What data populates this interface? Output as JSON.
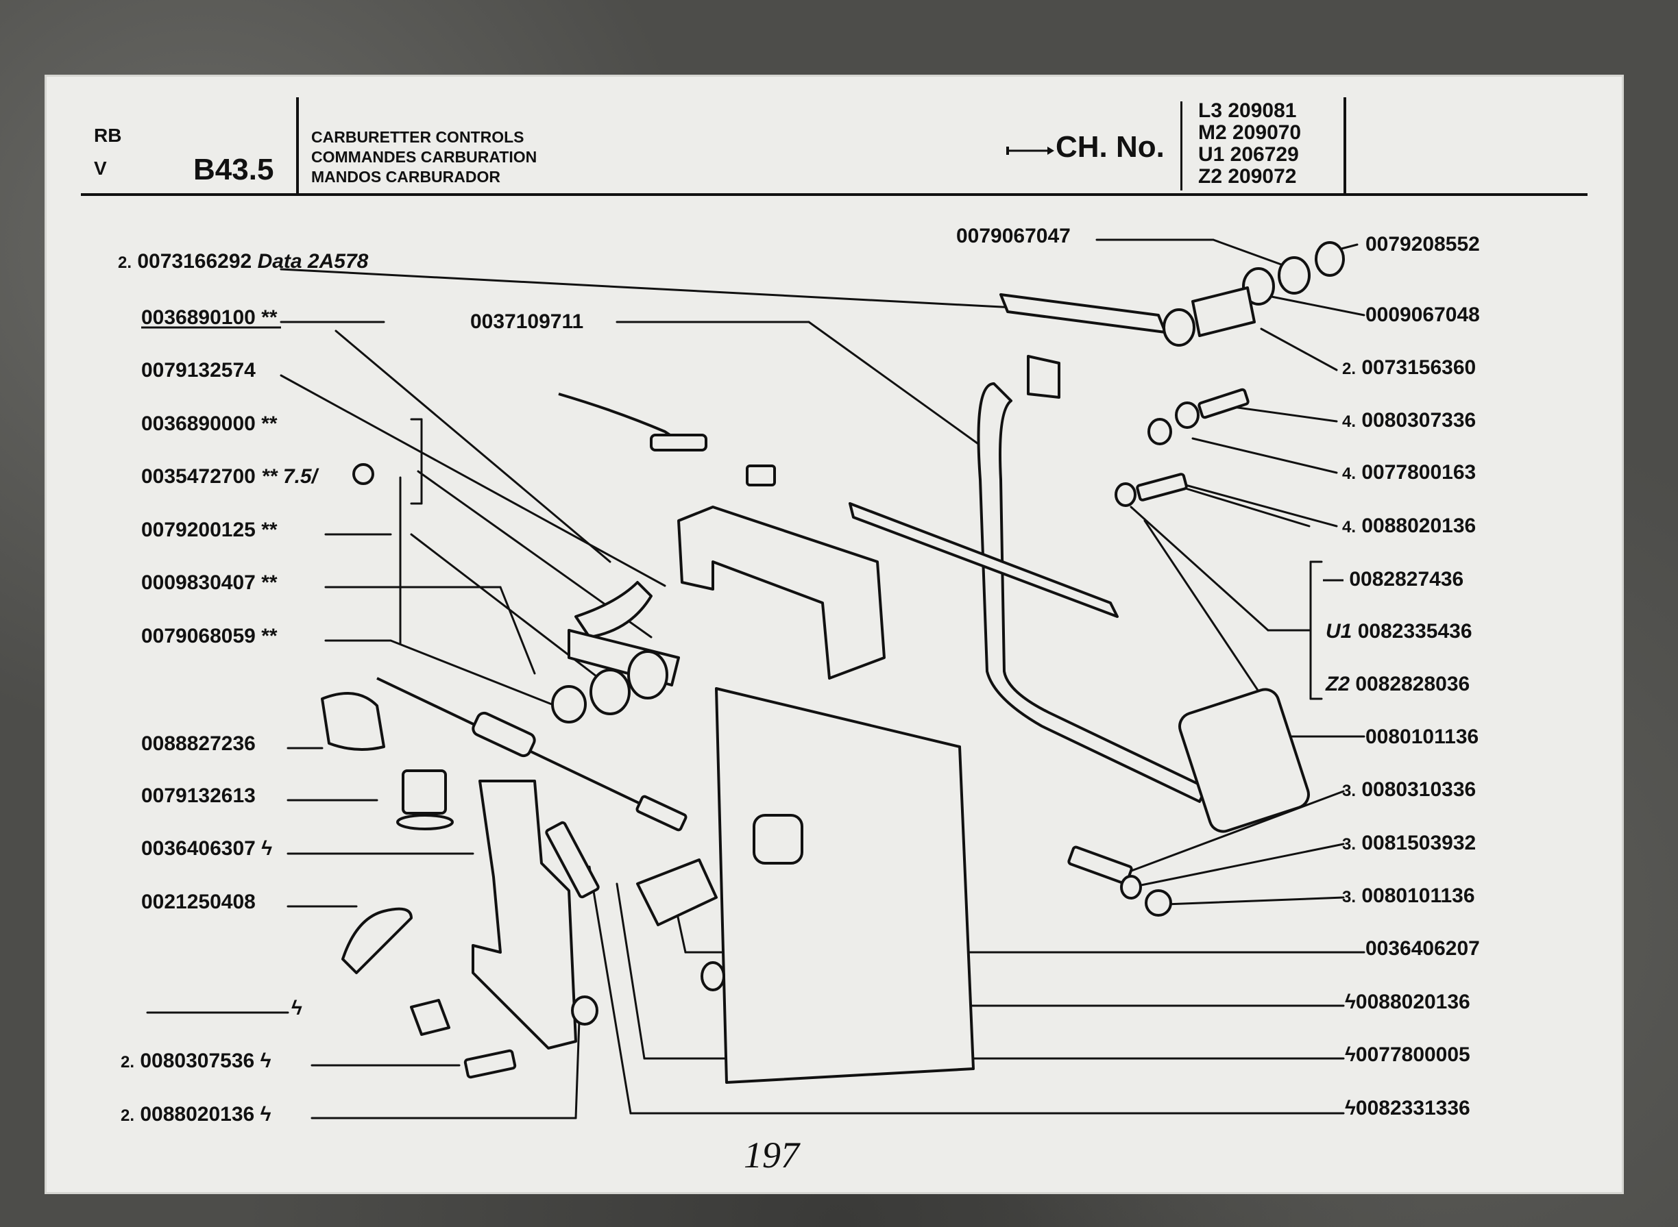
{
  "header": {
    "group_top": "RB",
    "group_bottom": "V",
    "page_code": "B43.5",
    "titles": [
      "CARBURETTER CONTROLS",
      "COMMANDES CARBURATION",
      "MANDOS CARBURADOR"
    ],
    "chassis_label": "CH. No.",
    "chassis_list": [
      "L3  209081",
      "M2  209070",
      "U1  206729",
      "Z2  209072"
    ]
  },
  "labels_left": [
    {
      "qty": "2.",
      "part": "0073166292",
      "note": "Data 2A578"
    },
    {
      "qty": "",
      "part": "0036890100",
      "note": "**"
    },
    {
      "qty": "",
      "part": "0079132574",
      "note": ""
    },
    {
      "qty": "",
      "part": "0036890000",
      "note": "**"
    },
    {
      "qty": "",
      "part": "0035472700",
      "note": "** 7.5/"
    },
    {
      "qty": "",
      "part": "0079200125",
      "note": "**"
    },
    {
      "qty": "",
      "part": "0009830407",
      "note": "**"
    },
    {
      "qty": "",
      "part": "0079068059",
      "note": "**"
    },
    {
      "qty": "",
      "part": "0088827236",
      "note": ""
    },
    {
      "qty": "",
      "part": "0079132613",
      "note": ""
    },
    {
      "qty": "",
      "part": "0036406307",
      "note": "ϟ"
    },
    {
      "qty": "",
      "part": "0021250408",
      "note": ""
    },
    {
      "qty": "",
      "part": "",
      "note": "ϟ"
    },
    {
      "qty": "2.",
      "part": "0080307536",
      "note": "ϟ"
    },
    {
      "qty": "2.",
      "part": "0088020136",
      "note": "ϟ"
    }
  ],
  "labels_right": [
    {
      "qty": "",
      "part": "0079067047",
      "prefix": ""
    },
    {
      "qty": "",
      "part": "0079208552",
      "prefix": ""
    },
    {
      "qty": "",
      "part": "0037109711",
      "prefix": ""
    },
    {
      "qty": "",
      "part": "0009067048",
      "prefix": ""
    },
    {
      "qty": "2.",
      "part": "0073156360",
      "prefix": ""
    },
    {
      "qty": "4.",
      "part": "0080307336",
      "prefix": ""
    },
    {
      "qty": "4.",
      "part": "0077800163",
      "prefix": ""
    },
    {
      "qty": "4.",
      "part": "0088020136",
      "prefix": ""
    },
    {
      "qty": "",
      "part": "0082827436",
      "prefix": "—"
    },
    {
      "qty": "",
      "part": "0082335436",
      "prefix": "U1"
    },
    {
      "qty": "",
      "part": "0082828036",
      "prefix": "Z2"
    },
    {
      "qty": "",
      "part": "0080101136",
      "prefix": ""
    },
    {
      "qty": "3.",
      "part": "0080310336",
      "prefix": ""
    },
    {
      "qty": "3.",
      "part": "0081503932",
      "prefix": ""
    },
    {
      "qty": "3.",
      "part": "0080101136",
      "prefix": ""
    },
    {
      "qty": "",
      "part": "0036406207",
      "prefix": ""
    },
    {
      "qty": "",
      "part": "0088020136",
      "prefix": "ϟ"
    },
    {
      "qty": "",
      "part": "0077800005",
      "prefix": "ϟ"
    },
    {
      "qty": "",
      "part": "0082331336",
      "prefix": "ϟ"
    }
  ],
  "handwritten_page": "197",
  "colors": {
    "paper": "#ededea",
    "ink": "#111111",
    "frame": "#4d4d4a"
  }
}
